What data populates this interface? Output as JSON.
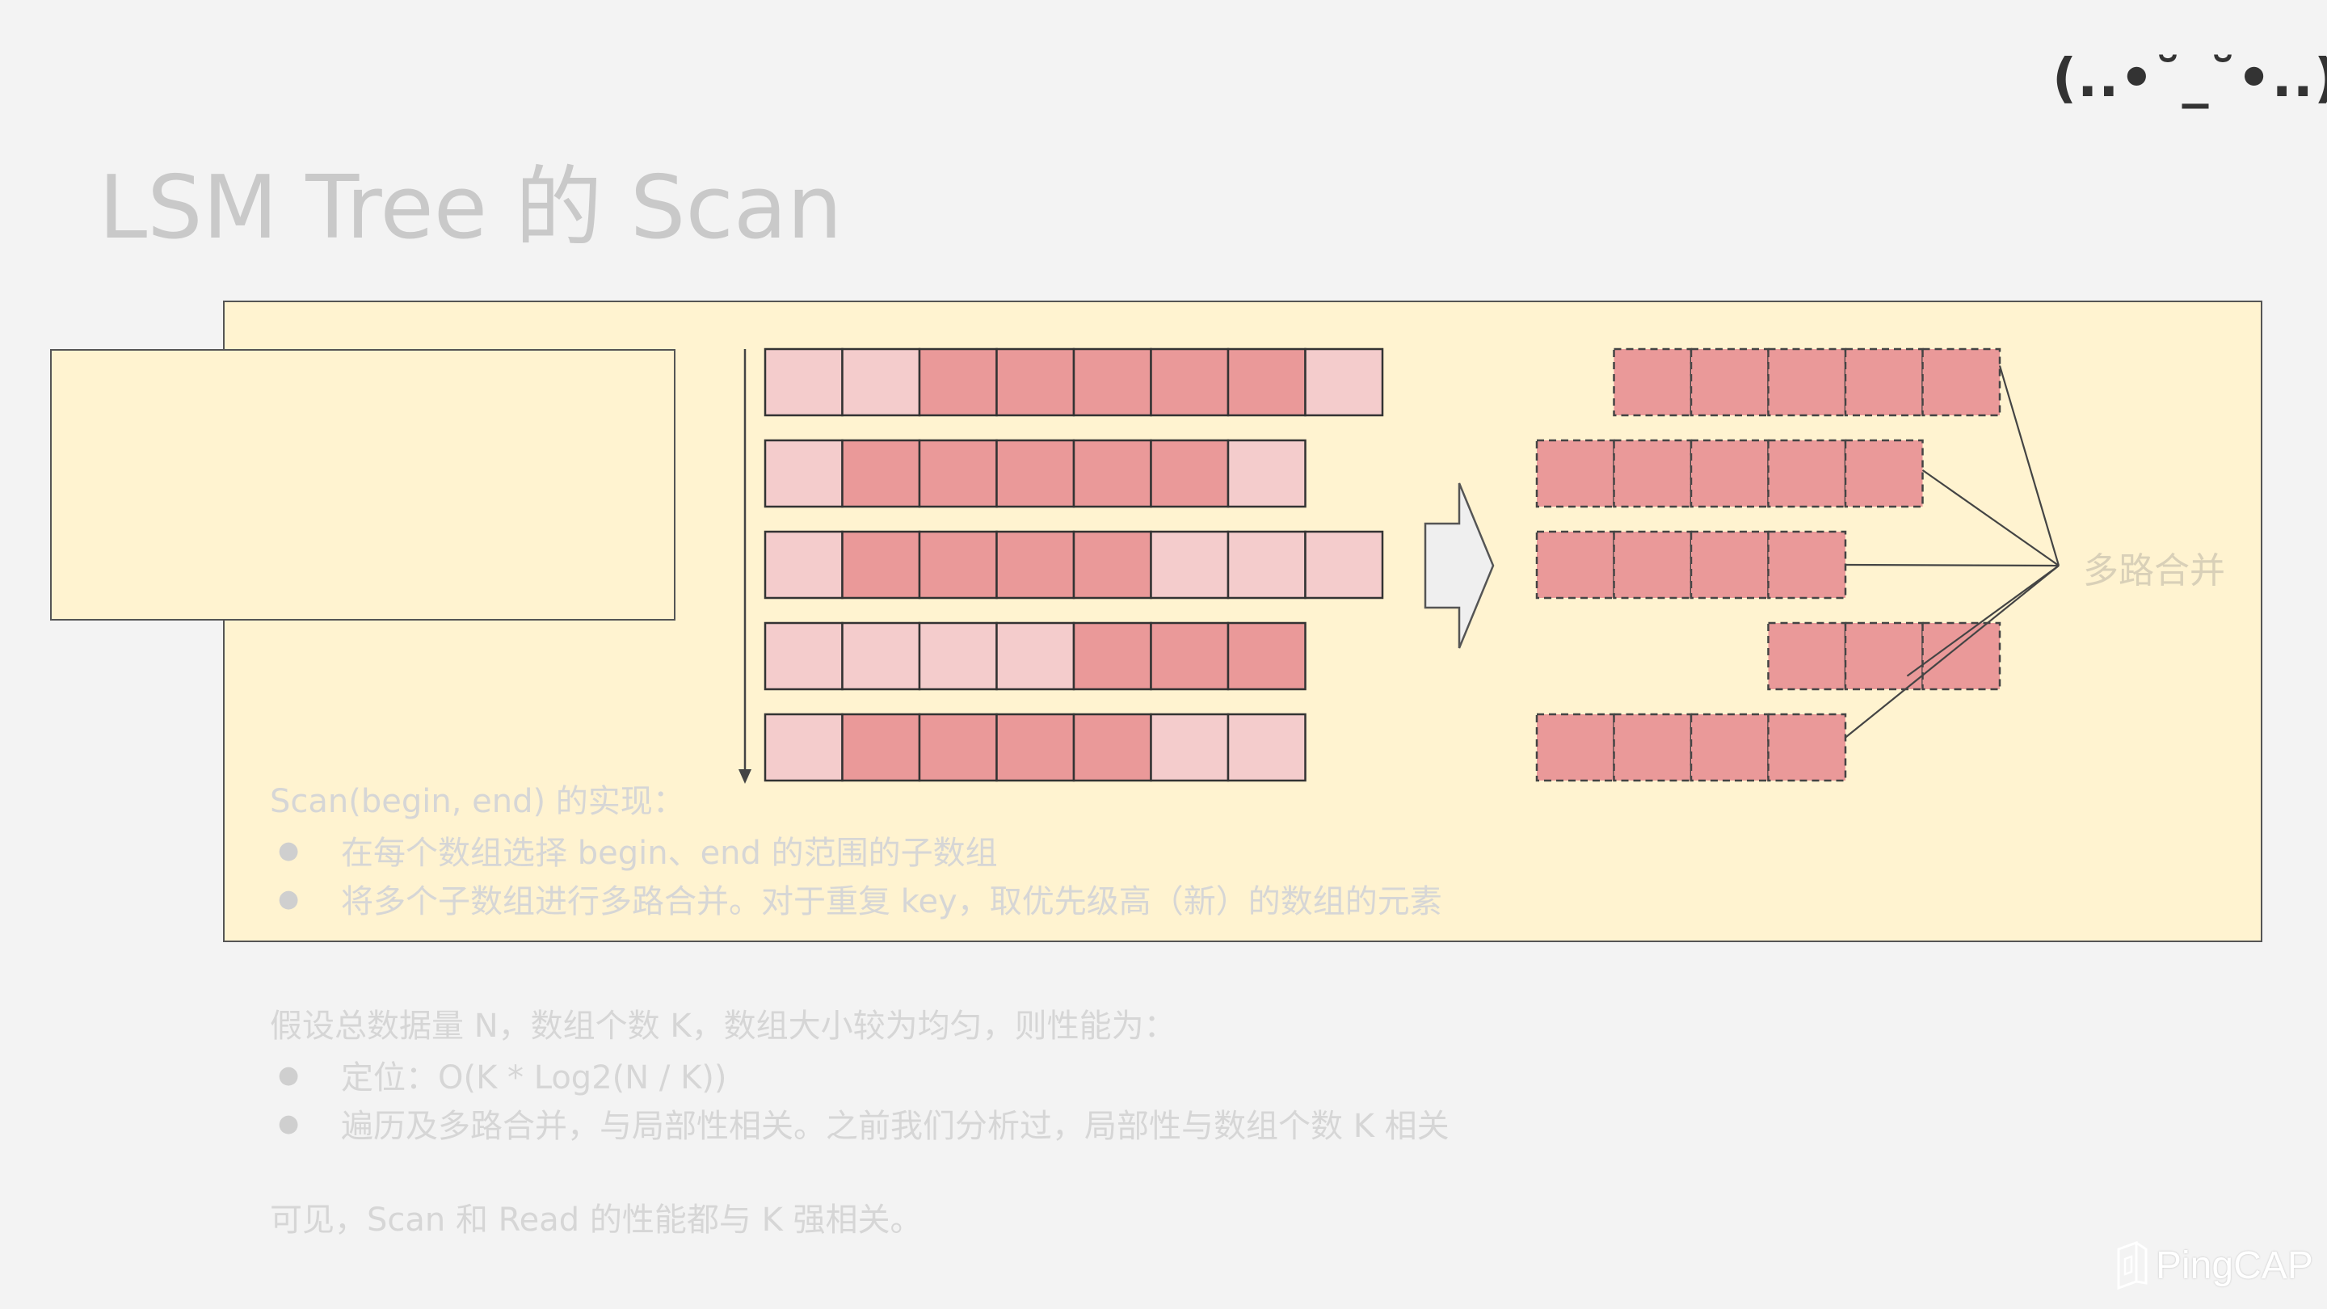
{
  "kaomoji": "(..•˘_˘•..)",
  "title": "LSM Tree 的 Scan",
  "diagram": {
    "merge_label": "多路合并",
    "colors": {
      "light_cell": "#f4cccc",
      "dark_cell": "#ea9999",
      "panel_bg": "#fff3d0",
      "border": "#555555",
      "arrow_fill": "#efefef"
    },
    "arrays": [
      {
        "start": 0,
        "cells": [
          "light",
          "light",
          "dark",
          "dark",
          "dark",
          "dark",
          "dark",
          "light"
        ]
      },
      {
        "start": 0,
        "cells": [
          "light",
          "dark",
          "dark",
          "dark",
          "dark",
          "dark",
          "light"
        ]
      },
      {
        "start": 0,
        "cells": [
          "light",
          "dark",
          "dark",
          "dark",
          "dark",
          "light",
          "light",
          "light"
        ]
      },
      {
        "start": 0,
        "cells": [
          "light",
          "light",
          "light",
          "light",
          "dark",
          "dark",
          "dark"
        ]
      },
      {
        "start": 0,
        "cells": [
          "light",
          "dark",
          "dark",
          "dark",
          "dark",
          "light",
          "light"
        ]
      }
    ],
    "subarrays": [
      {
        "start": 1,
        "count": 5
      },
      {
        "start": 0,
        "count": 5
      },
      {
        "start": 0,
        "count": 4
      },
      {
        "start": 3,
        "count": 3
      },
      {
        "start": 0,
        "count": 4
      }
    ]
  },
  "scan_section": {
    "heading": "Scan(begin, end) 的实现：",
    "bullets": [
      "在每个数组选择 begin、end 的范围的子数组",
      "将多个子数组进行多路合并。对于重复 key，取优先级高（新）的数组的元素"
    ]
  },
  "perf_section": {
    "heading": "假设总数据量 N，数组个数 K，数组大小较为均匀，则性能为：",
    "bullets": [
      "定位：O(K * Log2(N / K))",
      "遍历及多路合并，与局部性相关。之前我们分析过，局部性与数组个数 K 相关"
    ]
  },
  "conclusion": "可见，Scan 和 Read 的性能都与 K 强相关。",
  "brand": "PingCAP"
}
